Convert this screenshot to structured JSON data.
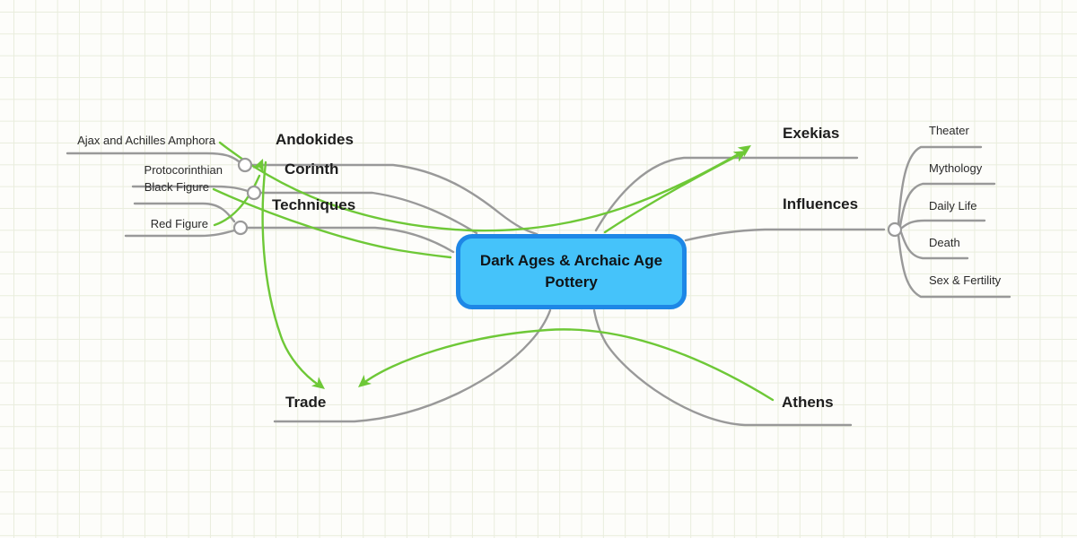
{
  "central": {
    "label": "Dark Ages & Archaic Age Pottery"
  },
  "topics": [
    {
      "id": "andokides",
      "label": "Andokides",
      "children": [
        {
          "label": "Ajax and Achilles Amphora"
        }
      ]
    },
    {
      "id": "corinth",
      "label": "Corinth",
      "children": [
        {
          "label": "Protocorinthian"
        }
      ]
    },
    {
      "id": "techniques",
      "label": "Techniques",
      "children": [
        {
          "label": "Black Figure"
        },
        {
          "label": "Red Figure"
        }
      ]
    },
    {
      "id": "trade",
      "label": "Trade",
      "children": []
    },
    {
      "id": "exekias",
      "label": "Exekias",
      "children": []
    },
    {
      "id": "influences",
      "label": "Influences",
      "children": [
        {
          "label": "Theater"
        },
        {
          "label": "Mythology"
        },
        {
          "label": "Daily Life"
        },
        {
          "label": "Death"
        },
        {
          "label": "Sex & Fertility"
        }
      ]
    },
    {
      "id": "athens",
      "label": "Athens",
      "children": []
    }
  ],
  "relationships": [
    {
      "from": "Ajax and Achilles Amphora",
      "to": "Exekias"
    },
    {
      "from": "Dark Ages & Archaic Age Pottery",
      "to": "Exekias"
    },
    {
      "from": "Red Figure",
      "to": "Andokides"
    },
    {
      "from": "Black Figure",
      "to": "Dark Ages & Archaic Age Pottery"
    },
    {
      "from": "Andokides",
      "to": "Trade"
    },
    {
      "from": "Athens",
      "to": "Trade"
    }
  ],
  "colors": {
    "relationship_green": "#6ec837",
    "branch_gray": "#999999",
    "central_fill": "#45c3fa",
    "central_border": "#1e87e6",
    "grid_line": "#e9eddd",
    "background": "#fdfdfa"
  }
}
